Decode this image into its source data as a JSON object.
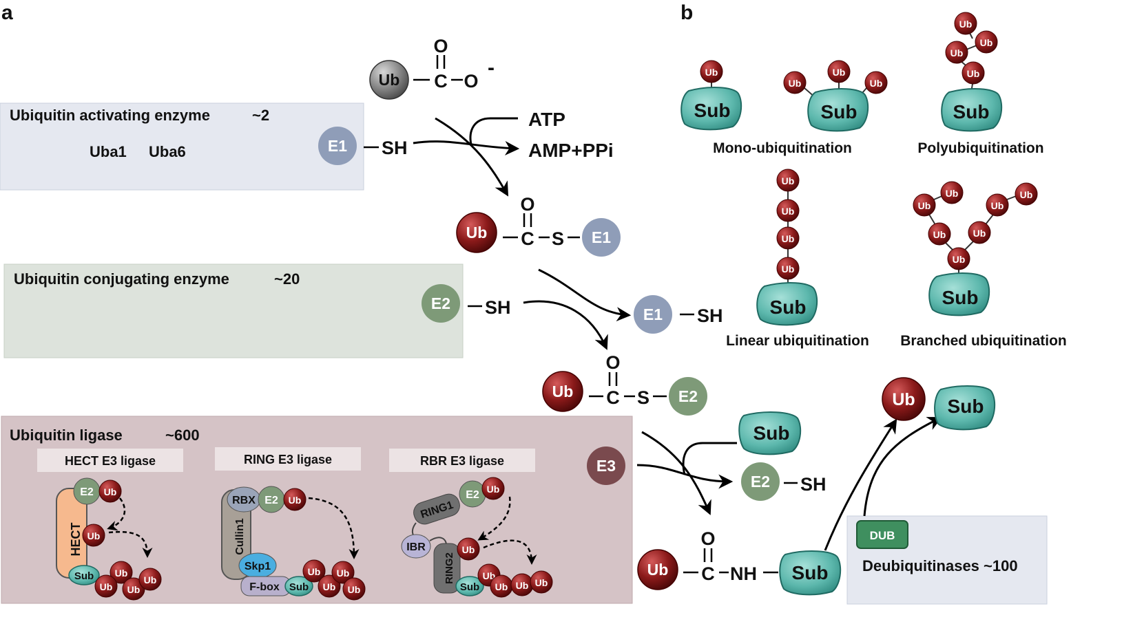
{
  "panels": {
    "a": "a",
    "b": "b"
  },
  "enzymes": {
    "e1": {
      "title": "Ubiquitin activating enzyme",
      "count": "~2",
      "names": [
        "Uba1",
        "Uba6"
      ]
    },
    "e2": {
      "title": "Ubiquitin conjugating  enzyme",
      "count": "~20"
    },
    "e3": {
      "title": "Ubiquitin  ligase",
      "count": "~600",
      "subtypes": [
        "HECT E3 ligase",
        "RING E3 ligase",
        "RBR E3 ligase"
      ]
    }
  },
  "labels": {
    "ub": "Ub",
    "sub": "Sub",
    "e1": "E1",
    "e2": "E2",
    "e3": "E3",
    "sh": "SH",
    "c": "C",
    "o": "O",
    "s": "S",
    "nh": "NH",
    "minus": "-",
    "atp": "ATP",
    "amp": "AMP+PPi",
    "hect": "HECT",
    "rbx": "RBX",
    "cullin": "Cullin1",
    "skp": "Skp1",
    "fbox": "F-box",
    "ring1": "RING1",
    "ibr": "IBR",
    "ring2": "RING2",
    "dub": "DUB"
  },
  "dub": {
    "label": "Deubiquitinases ~100"
  },
  "types": {
    "mono": "Mono-ubiquitination",
    "poly": "Polyubiquitination",
    "linear": "Linear ubiquitination",
    "branched": "Branched ubiquitination"
  },
  "colors": {
    "e1_box": "#e5e8f0",
    "e2_box": "#dde3dc",
    "e3_box": "#d5c3c6",
    "ub": "#8b1a1a",
    "sub": "#5db8ad",
    "e1": "#8f9db8",
    "e2": "#7e9a78",
    "e3": "#7a4a4e",
    "hect": "#f6b98e",
    "cullin": "#a8a097",
    "skp": "#4aaee0",
    "fbox": "#b8b0cc",
    "ring": "#707070",
    "ibr": "#b8b4d6",
    "dub": "#3f8f5f"
  }
}
